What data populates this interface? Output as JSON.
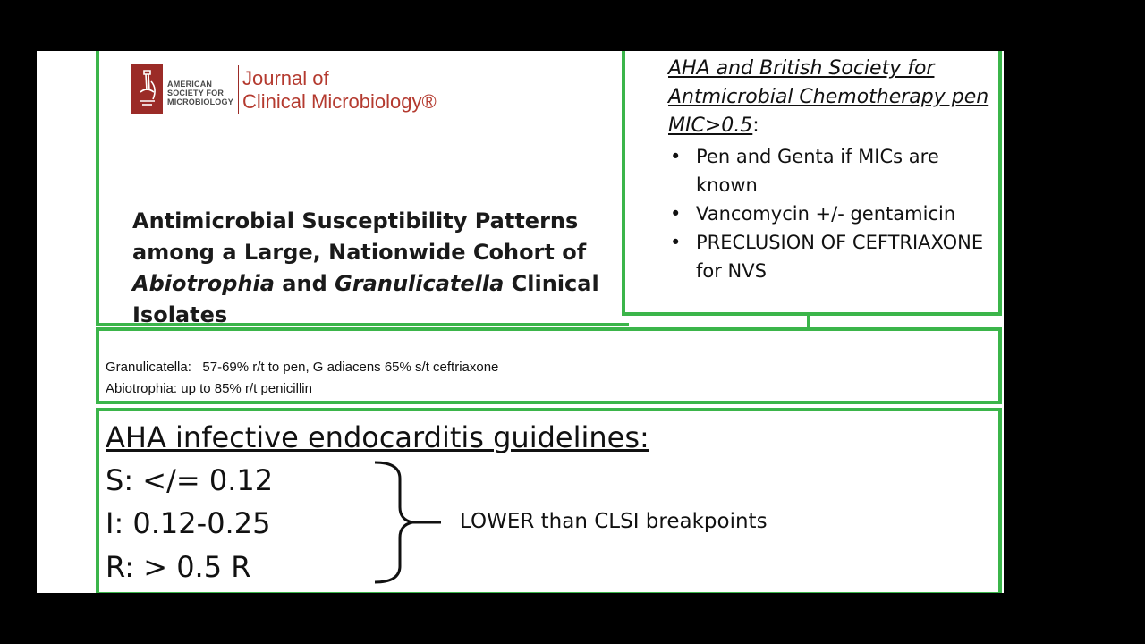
{
  "logo": {
    "asm_lines": [
      "AMERICAN",
      "SOCIETY FOR",
      "MICROBIOLOGY"
    ],
    "journal_line1": "Journal of",
    "journal_line2": "Clinical Microbiology®"
  },
  "paper_title": {
    "line1": "Antimicrobial Susceptibility Patterns",
    "line2": "among a Large, Nationwide Cohort of",
    "line3_italic_a": "Abiotrophia",
    "line3_mid": " and ",
    "line3_italic_b": "Granulicatella",
    "line3_end": " Clinical",
    "line4": "Isolates"
  },
  "aha_bsac": {
    "heading": "AHA and British Society for Antmicrobial Chemotherapy pen MIC>0.5",
    "heading_suffix": ":",
    "bullets": [
      "Pen and Genta if MICs are known",
      "Vancomycin +/- gentamicin",
      "PRECLUSION OF CEFTRIAXONE for NVS"
    ]
  },
  "findings": {
    "line1": "Granulicatella:   57-69% r/t to pen, G adiacens 65% s/t ceftriaxone",
    "line2": "Abiotrophia: up to 85% r/t penicillin"
  },
  "aha_ie": {
    "heading": "AHA infective endocarditis guidelines:",
    "s": "S: </= 0.12",
    "i": "I: 0.12-0.25",
    "r": "R: > 0.5 R",
    "note": "LOWER than CLSI breakpoints"
  },
  "colors": {
    "slide_bg": "#ffffff",
    "frame": "#000000",
    "accent_green": "#3bb54a",
    "asm_red": "#9b2b27"
  }
}
